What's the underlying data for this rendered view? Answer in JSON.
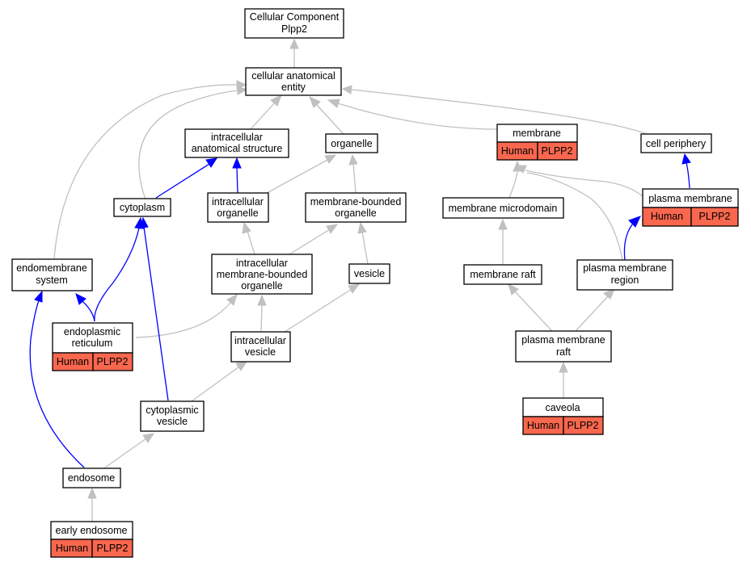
{
  "graph": {
    "title_line1": "Cellular Component",
    "title_line2": "Plpp2",
    "nodes": {
      "cellular_anatomical_entity": [
        "cellular anatomical",
        "entity"
      ],
      "intracellular_anatomical_structure": [
        "intracellular",
        "anatomical structure"
      ],
      "organelle": [
        "organelle"
      ],
      "membrane": [
        "membrane"
      ],
      "cell_periphery": [
        "cell periphery"
      ],
      "cytoplasm": [
        "cytoplasm"
      ],
      "intracellular_organelle": [
        "intracellular",
        "organelle"
      ],
      "membrane_bounded_organelle": [
        "membrane-bounded",
        "organelle"
      ],
      "membrane_microdomain": [
        "membrane microdomain"
      ],
      "plasma_membrane": [
        "plasma membrane"
      ],
      "endomembrane_system": [
        "endomembrane",
        "system"
      ],
      "intracellular_membrane_bounded_organelle": [
        "intracellular",
        "membrane-bounded",
        "organelle"
      ],
      "vesicle": [
        "vesicle"
      ],
      "membrane_raft": [
        "membrane raft"
      ],
      "plasma_membrane_region": [
        "plasma membrane",
        "region"
      ],
      "endoplasmic_reticulum": [
        "endoplasmic",
        "reticulum"
      ],
      "intracellular_vesicle": [
        "intracellular",
        "vesicle"
      ],
      "plasma_membrane_raft": [
        "plasma membrane",
        "raft"
      ],
      "cytoplasmic_vesicle": [
        "cytoplasmic",
        "vesicle"
      ],
      "caveola": [
        "caveola"
      ],
      "endosome": [
        "endosome"
      ],
      "early_endosome": [
        "early endosome"
      ]
    },
    "annotation": {
      "species": "Human",
      "gene": "PLPP2"
    },
    "colors": {
      "annotation_fill": "#f8674e",
      "is_a_edge": "#c0c0c0",
      "part_of_edge": "#0000ff"
    }
  }
}
